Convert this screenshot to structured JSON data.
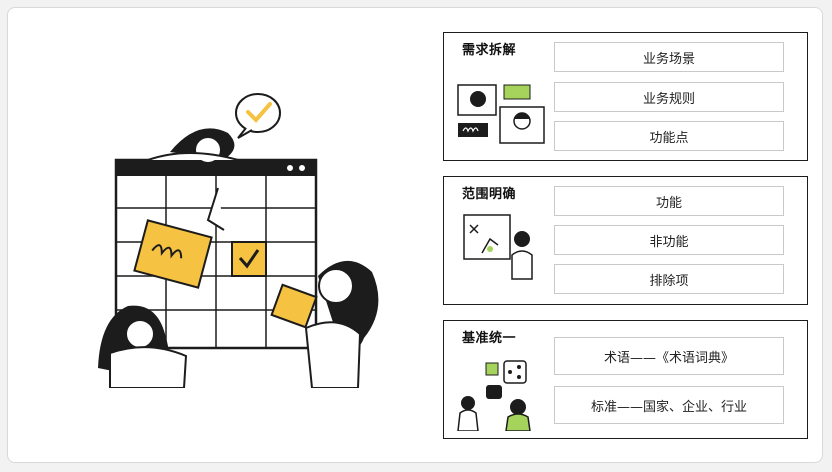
{
  "colors": {
    "accent": "#f5c242",
    "green": "#a6d35b",
    "border": "#1c1c1c",
    "item_border": "#c9c9c9"
  },
  "illustration": {
    "icon": "team-collaboration-illustration"
  },
  "panels": [
    {
      "title": "需求拆解",
      "icon": "video-meeting-icon",
      "items": [
        "业务场景",
        "业务规则",
        "功能点"
      ]
    },
    {
      "title": "范围明确",
      "icon": "whiteboard-presenter-icon",
      "items": [
        "功能",
        "非功能",
        "排除项"
      ]
    },
    {
      "title": "基准统一",
      "icon": "social-share-icon",
      "items": [
        "术语——《术语词典》",
        "标准——国家、企业、行业"
      ]
    }
  ]
}
